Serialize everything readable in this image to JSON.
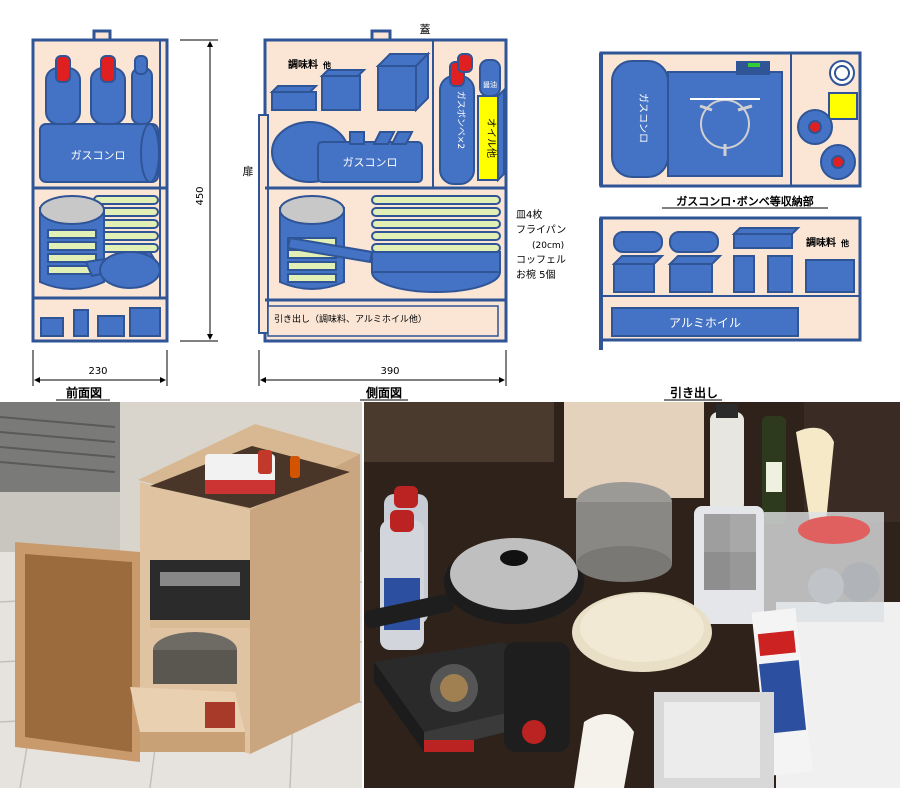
{
  "front_view": {
    "caption": "前面図",
    "width_dim": "230",
    "height_dim": "450",
    "stove_label": "ガスコンロ"
  },
  "side_view": {
    "caption": "側面図",
    "width_dim": "390",
    "lid_label": "蓋",
    "door_label": "扉",
    "seasoning_label": "調味料",
    "seasoning_suffix": "他",
    "stove_label": "ガスコンロ",
    "cans_label": "ガスボンベ×2",
    "oil_label": "オイル他",
    "soy_label": "醤油",
    "drawer_label": "引き出し（調味料、アルミホイル他）",
    "items": [
      "皿4枚",
      "フライパン",
      "(20cm)",
      "コッフェル",
      "お椀 5個"
    ]
  },
  "drawer_view": {
    "caption": "引き出し",
    "top_caption": "ガスコンロ･ボンベ等収納部",
    "stove_label": "ガスコンロ",
    "seasoning_label": "調味料",
    "seasoning_suffix": "他",
    "foil_label": "アルミホイル"
  },
  "colors": {
    "panel": "#fbe6d6",
    "outline": "#2f5597",
    "item": "#4472c4",
    "plate": "#e2efb5",
    "red": "#e02020",
    "yellow": "#ffff00"
  }
}
